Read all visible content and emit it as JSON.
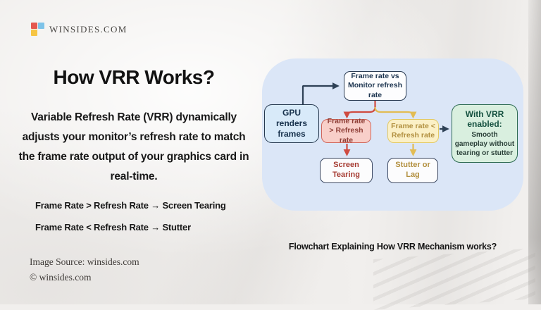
{
  "brand": {
    "name": "WINSIDES.COM",
    "logo_square_colors": [
      "#e4574e",
      "#7ec3e8",
      "#f6c544",
      "#f6f4f2"
    ]
  },
  "headline": {
    "title": "How VRR Works?"
  },
  "intro": "Variable Refresh Rate (VRR) dynamically adjusts your monitor’s refresh rate to match the frame rate output of your graphics card in real-time.",
  "relations": [
    "Frame Rate > Refresh Rate → Screen Tearing",
    "Frame Rate < Refresh Rate → Stutter"
  ],
  "footer": {
    "image_source": "Image Source: winsides.com",
    "copyright": "© winsides.com"
  },
  "flowchart": {
    "caption": "Flowchart Explaining How VRR Mechanism works?",
    "panel_color": "#dbe6f7",
    "arrow_colors": {
      "navy": "#2e4156",
      "red": "#cf4b41",
      "yellow": "#e2bc54"
    },
    "boxes": {
      "gpu": {
        "lines": [
          "GPU",
          "renders",
          "frames"
        ],
        "fill": "#d8eaf9"
      },
      "compare": {
        "lines": [
          "Frame rate vs",
          "Monitor refresh rate"
        ],
        "fill": "#fdfdfe"
      },
      "high": {
        "lines": [
          "Frame rate",
          "> Refresh rate"
        ],
        "fill": "#f8cfc9"
      },
      "low": {
        "lines": [
          "Frame rate <",
          "Refresh rate"
        ],
        "fill": "#fbf0c6"
      },
      "tearing": {
        "lines": [
          "Screen",
          "Tearing"
        ],
        "fill": "#fcfcfd"
      },
      "stutter": {
        "lines": [
          "Stutter or",
          "Lag"
        ],
        "fill": "#fcfcfd"
      },
      "vrr": {
        "heading": "With VRR enabled:",
        "body": "Smooth gameplay without tearing or stutter",
        "fill": "#d9efdf"
      }
    }
  }
}
